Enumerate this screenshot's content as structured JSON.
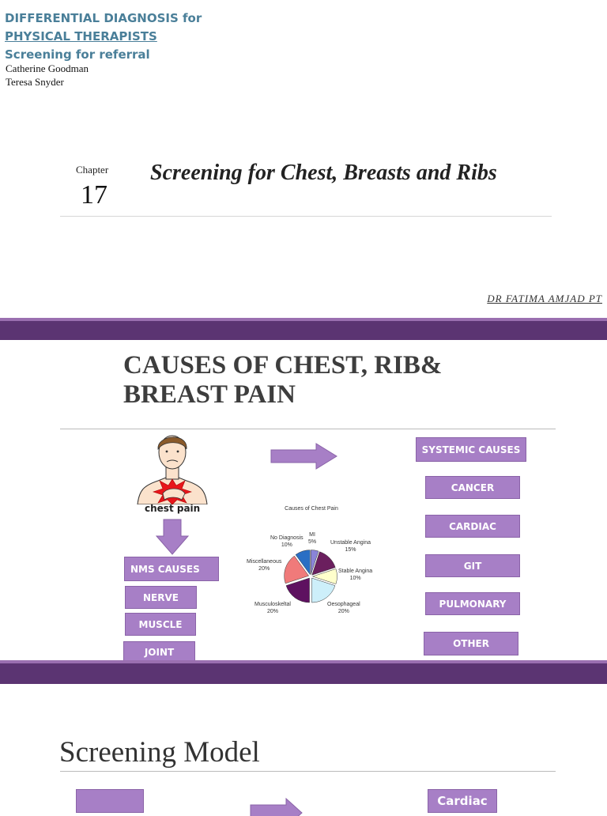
{
  "book": {
    "title_line1": "DIFFERENTIAL DIAGNOSIS for",
    "title_line2": "PHYSICAL THERAPISTS",
    "title_line3": "Screening for referral",
    "author1": "Catherine Goodman",
    "author2": "Teresa Snyder"
  },
  "chapter": {
    "label": "Chapter",
    "number": "17",
    "title": "Screening for Chest, Breasts and Ribs"
  },
  "signature": "DR FATIMA AMJAD PT",
  "slide": {
    "title_line1": "CAUSES OF CHEST, RIB&",
    "title_line2": "BREAST PAIN",
    "chest_caption": "chest pain",
    "nms_boxes": [
      "NMS CAUSES",
      "NERVE",
      "MUSCLE",
      "JOINT"
    ],
    "systemic_boxes": [
      "SYSTEMIC CAUSES",
      "CANCER",
      "CARDIAC",
      "GIT",
      "PULMONARY",
      "OTHER"
    ]
  },
  "chart_data": {
    "type": "pie",
    "title": "Causes of Chest Pain",
    "labels": [
      "MI",
      "Unstable Angina",
      "Stable Angina",
      "Oesophageal",
      "Musculoskeltal",
      "Miscellaneous",
      "No Diagnosis"
    ],
    "values": [
      5,
      15,
      10,
      20,
      20,
      20,
      10
    ],
    "value_labels": [
      "5%",
      "15%",
      "10%",
      "20%",
      "20%",
      "20%",
      "10%"
    ],
    "colors": [
      "#8a84d8",
      "#6b1f5e",
      "#ffffcc",
      "#cdeffa",
      "#5e1160",
      "#f07a7a",
      "#2a6fc4"
    ]
  },
  "next": {
    "title": "Screening Model",
    "box_label": "Cardiac"
  }
}
